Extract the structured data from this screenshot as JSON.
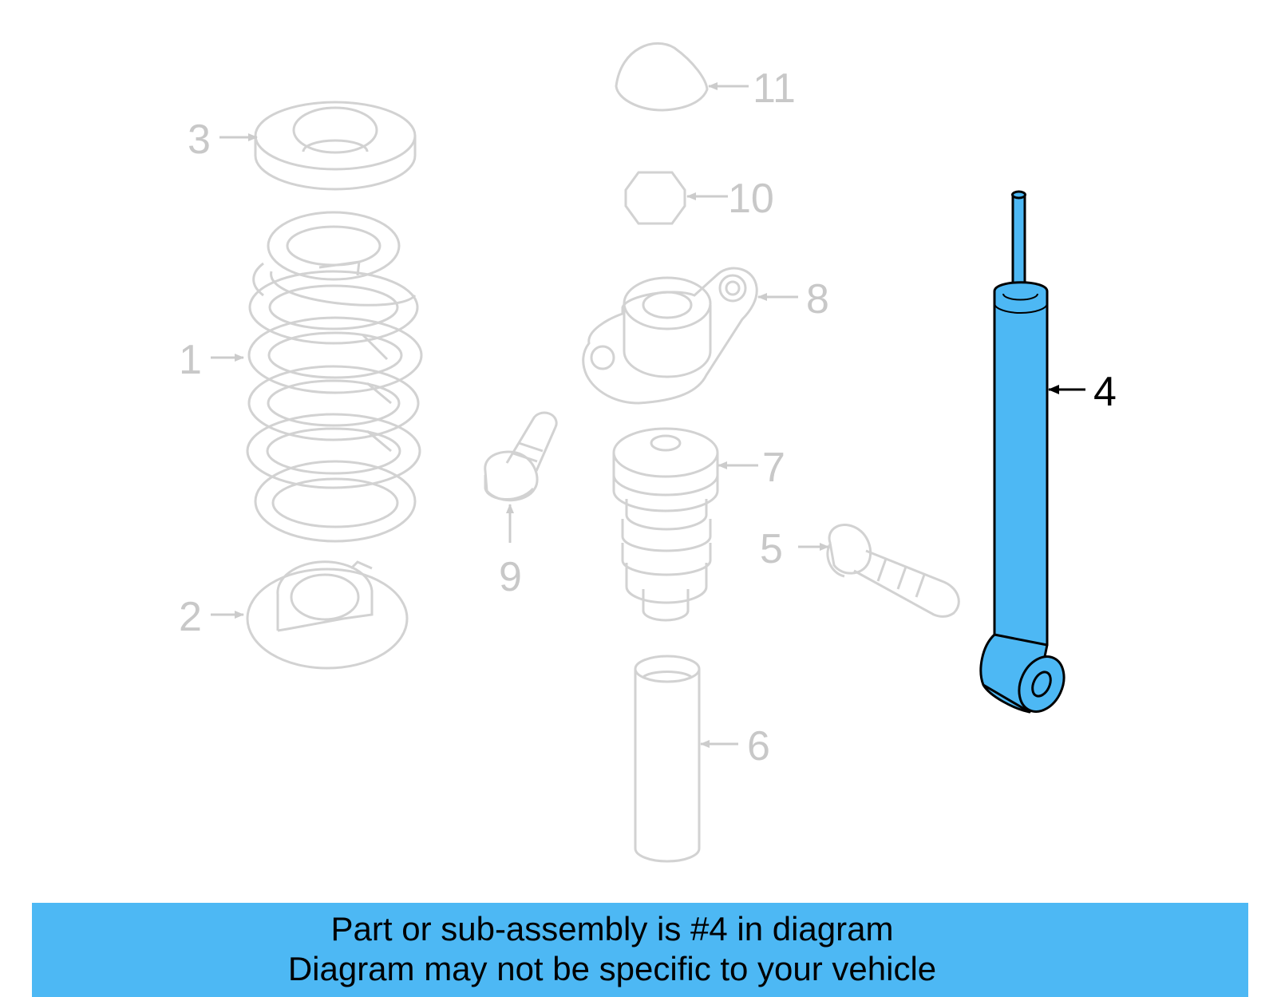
{
  "colors": {
    "ghost": "#d2d2d2",
    "ghost_text": "#c8c8c8",
    "highlight_fill": "#4db8f4",
    "highlight_stroke": "#000000",
    "banner_bg": "#4db8f4"
  },
  "callouts": {
    "c1": "1",
    "c2": "2",
    "c3": "3",
    "c4": "4",
    "c5": "5",
    "c6": "6",
    "c7": "7",
    "c8": "8",
    "c9": "9",
    "c10": "10",
    "c11": "11"
  },
  "banner": {
    "line1": "Part or sub-assembly is #4 in diagram",
    "line2": "Diagram may not be specific to your vehicle"
  }
}
